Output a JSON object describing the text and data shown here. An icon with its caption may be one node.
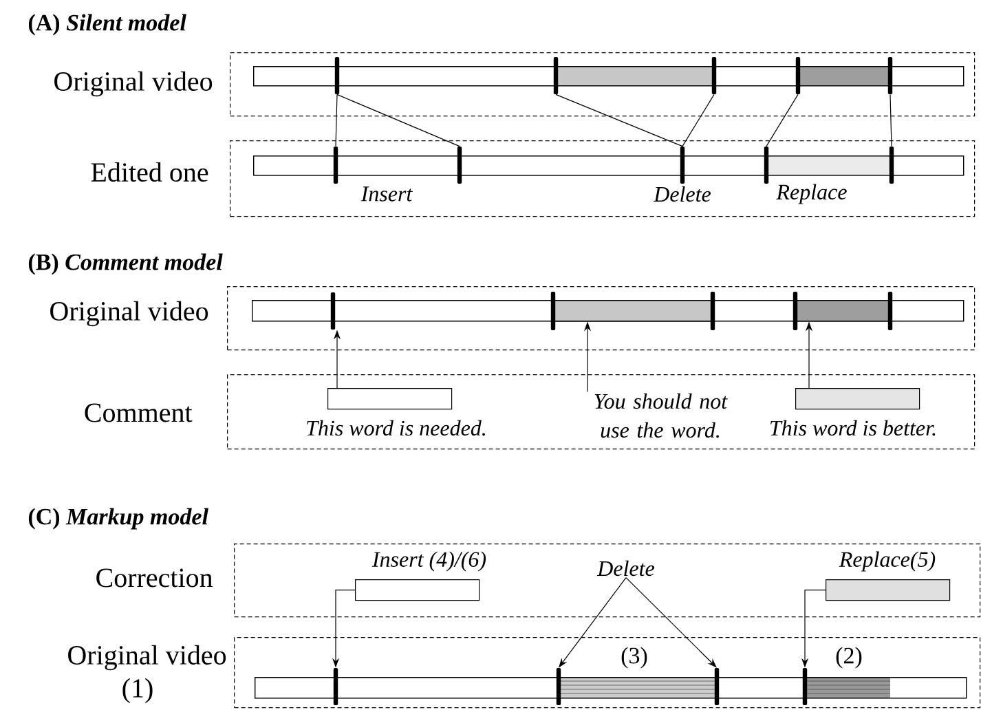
{
  "diagram": {
    "nodes": [
      {
        "text": [
          "Original video"
        ]
      },
      {
        "text": [],
        "shape": "bar",
        "in": 0
      },
      {
        "text": [],
        "shape": "bar",
        "in": 0
      },
      {
        "text": [],
        "shape": "bar",
        "in": 0
      },
      {
        "text": [],
        "shape": "bar",
        "in": 0
      },
      {
        "text": [],
        "shape": "bar",
        "in": 0
      },
      {
        "text": [
          "Edited one"
        ]
      },
      {
        "text": [],
        "shape": "bar",
        "in": 6
      },
      {
        "text": [],
        "shape": "bar",
        "in": 6
      },
      {
        "text": [],
        "shape": "bar",
        "in": 6
      },
      {
        "text": [],
        "shape": "bar",
        "in": 6
      },
      {
        "text": [],
        "shape": "bar",
        "in": 6
      },
      {
        "text": [
          "Original video"
        ]
      },
      {
        "text": [],
        "shape": "bar",
        "in": 12
      },
      {
        "text": [],
        "shape": "bar",
        "in": 31
      },
      {
        "text": [],
        "shape": "bar",
        "in": 31
      },
      {
        "text": [
          "Comment"
        ]
      },
      {
        "text": [],
        "shape": "box",
        "in": 16,
        "beside": [
          "This word is needed."
        ]
      },
      {
        "text": [
          "You should not use the word."
        ],
        "in": 16
      },
      {
        "text": [],
        "shape": "box",
        "in": 16,
        "beside": [
          "This word is better."
        ]
      },
      {
        "text": [
          "Correction"
        ]
      },
      {
        "text": [],
        "shape": "box",
        "in": 20,
        "beside": [
          "Insert (4)/(6)"
        ]
      },
      {
        "text": [
          "Delete"
        ],
        "in": 20
      },
      {
        "text": [],
        "shape": "box",
        "in": 20,
        "beside": [
          "Replace(5)"
        ]
      },
      {
        "text": [
          "Original video",
          "(1)"
        ]
      },
      {
        "text": [],
        "shape": "bar",
        "in": 24
      },
      {
        "text": [],
        "shape": "bar",
        "in": 24
      },
      {
        "text": [],
        "shape": "bar",
        "in": 24
      },
      {
        "text": [],
        "shape": "bar",
        "in": 24
      },
      {
        "text": [],
        "shape": "bar",
        "in": 0
      },
      {
        "text": [],
        "shape": "bar",
        "in": 6
      },
      {
        "text": [],
        "shape": "bar",
        "in": 12
      },
      {
        "text": [],
        "shape": "bar",
        "in": 24
      }
    ],
    "edges": [
      {
        "from": 1,
        "to": 7,
        "arrow": "none"
      },
      {
        "from": 1,
        "to": 8,
        "arrow": "none"
      },
      {
        "from": 2,
        "to": 9,
        "arrow": "none"
      },
      {
        "from": 3,
        "to": 9,
        "arrow": "none"
      },
      {
        "from": 4,
        "to": 10,
        "arrow": "none"
      },
      {
        "from": 5,
        "to": 11,
        "arrow": "none"
      },
      {
        "from": 17,
        "to": 13,
        "arrow": "to"
      },
      {
        "from": 18,
        "to": 14,
        "arrow": "to"
      },
      {
        "from": 19,
        "to": 15,
        "arrow": "to"
      },
      {
        "from": 21,
        "to": 25,
        "arrow": "to"
      },
      {
        "from": 22,
        "to": 26,
        "arrow": "to"
      },
      {
        "from": 22,
        "to": 27,
        "arrow": "to"
      },
      {
        "from": 23,
        "to": 28,
        "arrow": "to"
      }
    ],
    "labels": [
      "(A) *Silent model*",
      "Insert",
      "Delete",
      "Replace",
      "(B) *Comment model*",
      "(C) *Markup model*",
      "(3)",
      "(2)"
    ]
  }
}
